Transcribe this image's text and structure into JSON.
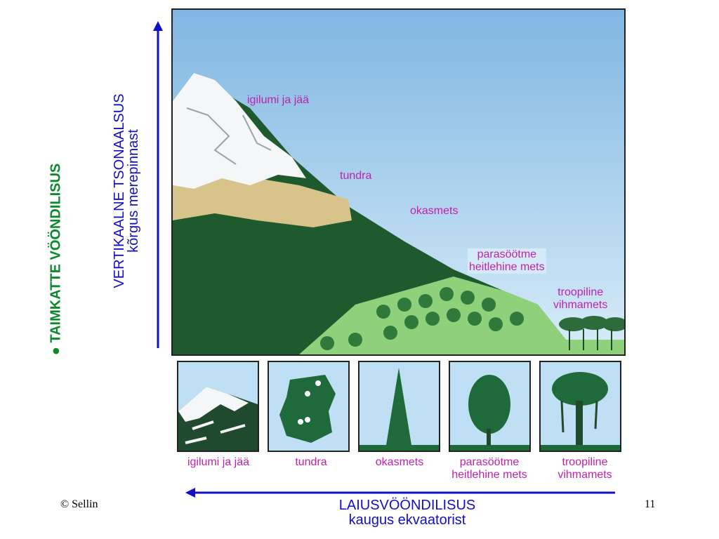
{
  "left_title": "● TAIMKATTE VÖÖNDILISUS",
  "vertical_axis": {
    "title": "VERTIKAALNE TSONAALSUS",
    "subtitle": "kõrgus merepinnast"
  },
  "mountain_labels": [
    "igilumi ja jää",
    "tundra",
    "okasmets",
    "parasöötme heitlehine mets",
    "troopiline vihmamets"
  ],
  "mountain": {
    "l1": "igilumi ja jää",
    "l2": "tundra",
    "l3": "okasmets",
    "l4a": "parasöötme",
    "l4b": "heitlehine mets",
    "l5a": "troopiline",
    "l5b": "vihmamets"
  },
  "bottom": {
    "b1": "igilumi ja jää",
    "b2": "tundra",
    "b3": "okasmets",
    "b4a": "parasöötme",
    "b4b": "heitlehine mets",
    "b5a": "troopiline",
    "b5b": "vihmamets"
  },
  "horizontal_axis": {
    "title": "LAIUSVÖÖNDILISUS",
    "subtitle": "kaugus ekvaatorist"
  },
  "footer": {
    "copyright": "© Sellin",
    "page_number": "11"
  },
  "colors": {
    "sky": "#a9d2ee",
    "forest": "#1f5a2e",
    "meadow": "#8fd07a",
    "label": "#c020b0",
    "axis": "#1010c8",
    "title_green": "#0a8a2a"
  }
}
